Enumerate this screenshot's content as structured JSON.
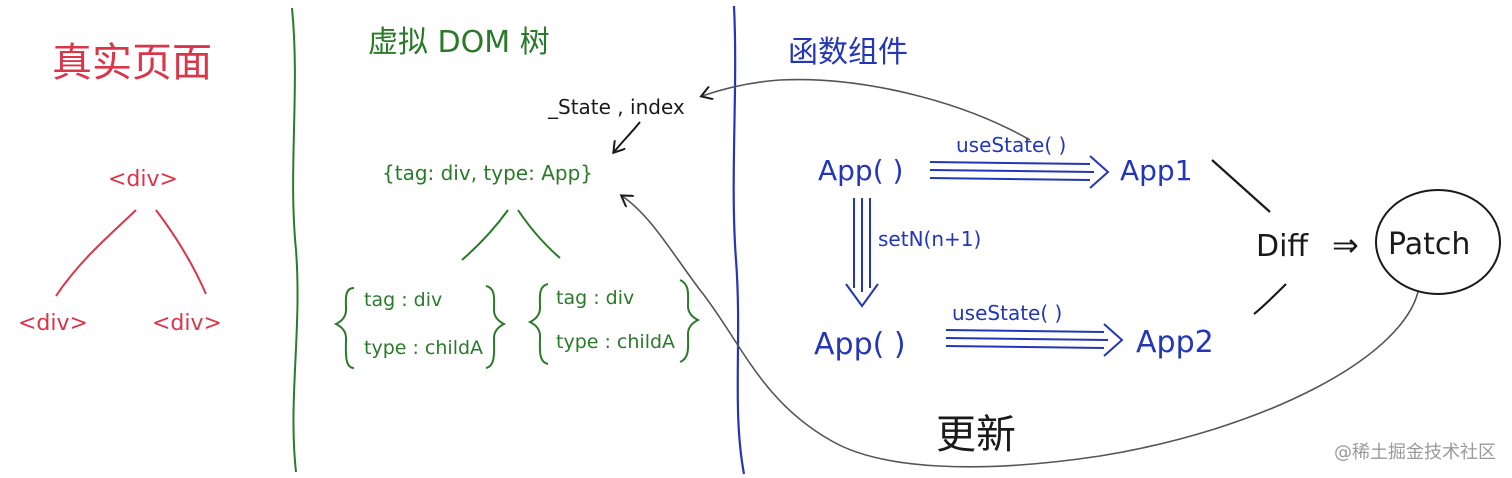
{
  "real_dom": {
    "title": "真实页面",
    "root": "<div>",
    "children": [
      "<div>",
      "<div>"
    ],
    "color": "#d9364a"
  },
  "virtual_dom": {
    "title": "虚拟 DOM 树",
    "state_label": "_State , index",
    "root_node": "{tag: div, type: App}",
    "children": [
      {
        "tag": "tag : div",
        "type": "type : childA"
      },
      {
        "tag": "tag : div",
        "type": "type : childA"
      }
    ],
    "color": "#2a7a2a"
  },
  "function_component": {
    "title": "函数组件",
    "app_first": "App(   )",
    "app_second": "App(   )",
    "use_state_first": "useState( )",
    "use_state_second": "useState( )",
    "app1": "App1",
    "app2": "App2",
    "set_n": "setN(n+1)",
    "color": "#2336b8"
  },
  "diff": "Diff",
  "arrow_text": "⇒",
  "patch": "Patch",
  "update": "更新",
  "watermark": "@稀土掘金技术社区"
}
